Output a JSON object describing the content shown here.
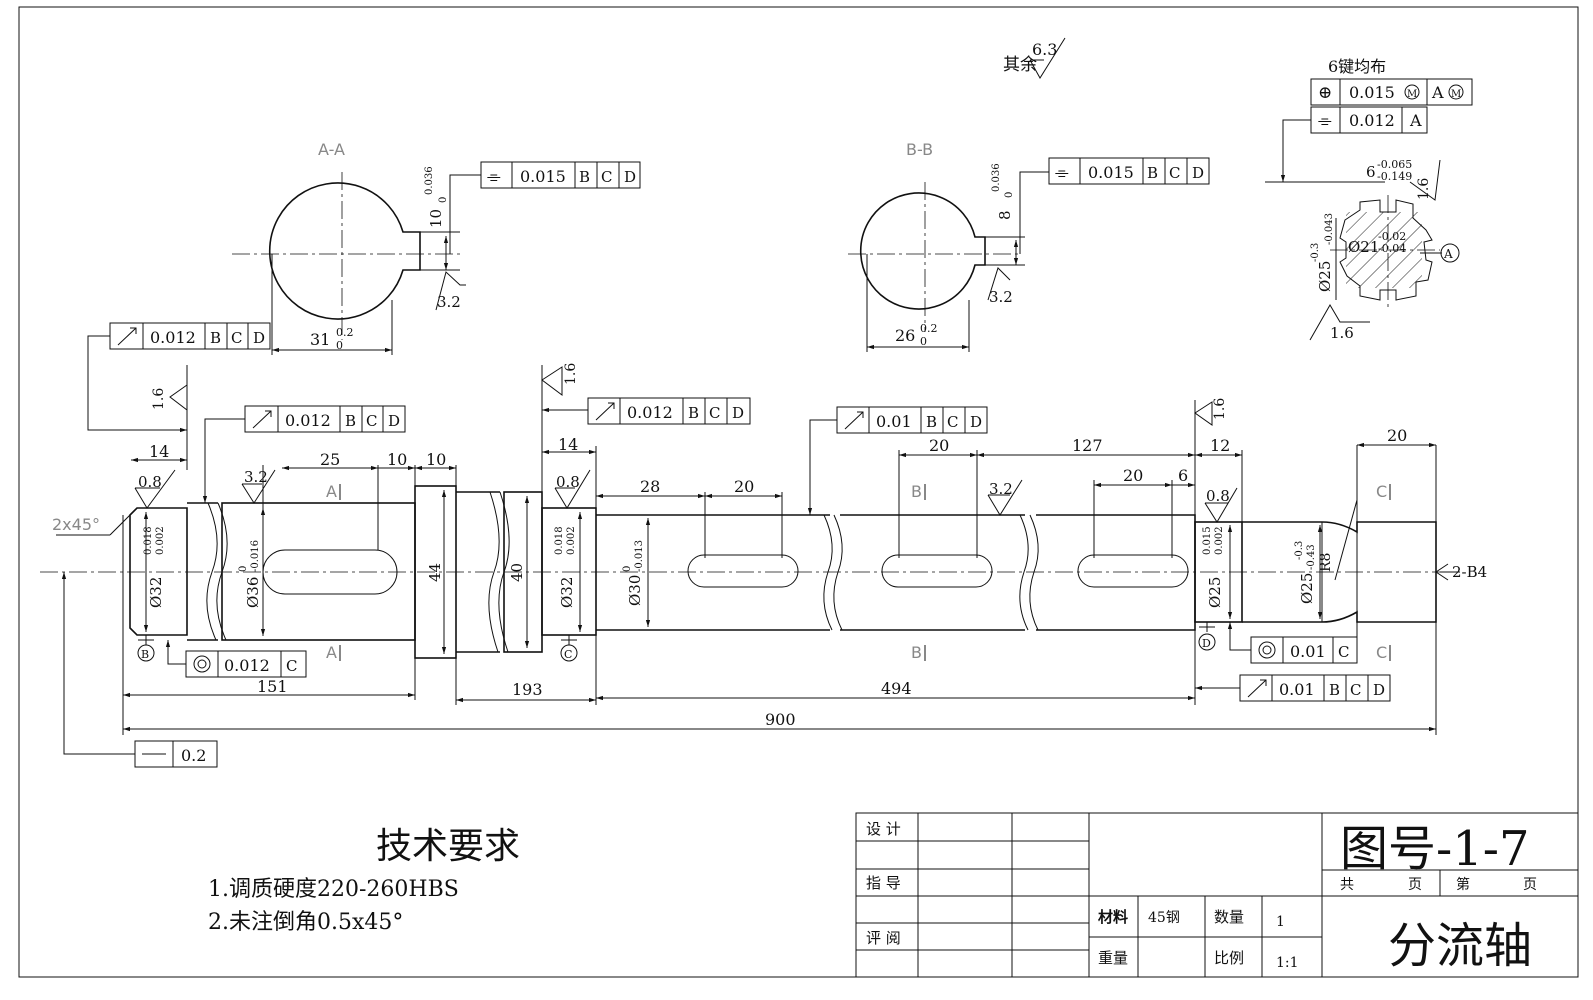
{
  "surface_finish": {
    "other": "其余",
    "other_ra": "6.3",
    "ra_32": "3.2",
    "ra_16": "1.6",
    "ra_08": "0.8"
  },
  "spline": {
    "title": "6键均布",
    "position_tol": "0.015",
    "position_datum": "A",
    "sym_tol": "0.012",
    "sym_datum": "A",
    "width": "6",
    "width_up": "-0.065",
    "width_low": "-0.149",
    "od": "Ø25",
    "od_up": "-0.3",
    "od_low": "-0.043",
    "id": "Ø21",
    "id_up": "-0.02",
    "id_low": "-0.04",
    "datum": "A"
  },
  "section_aa": {
    "label": "A-A",
    "tol": "0.015",
    "datums": [
      "B",
      "C",
      "D"
    ],
    "depth": "10",
    "depth_up": "0.036",
    "depth_low": "0",
    "width": "31",
    "width_up": "0.2",
    "width_low": "0"
  },
  "section_bb": {
    "label": "B-B",
    "tol": "0.015",
    "datums": [
      "B",
      "C",
      "D"
    ],
    "depth": "8",
    "depth_up": "0.036",
    "depth_low": "0",
    "width": "26",
    "width_up": "0.2",
    "width_low": "0"
  },
  "fcf": {
    "runout1": {
      "tol": "0.012",
      "datums": [
        "B",
        "C",
        "D"
      ]
    },
    "runout2": {
      "tol": "0.012",
      "datums": [
        "B",
        "C",
        "D"
      ]
    },
    "runout3": {
      "tol": "0.012",
      "datums": [
        "B",
        "C",
        "D"
      ]
    },
    "runout4": {
      "tol": "0.01",
      "datums": [
        "B",
        "C",
        "D"
      ]
    },
    "runout5": {
      "tol": "0.01",
      "datums": [
        "B",
        "C",
        "D"
      ]
    },
    "conc1": {
      "tol": "0.012",
      "datum": "C"
    },
    "conc2": {
      "tol": "0.01",
      "datum": "C"
    },
    "straight": {
      "tol": "0.2"
    }
  },
  "dims": {
    "d14a": "14",
    "d25": "25",
    "d10a": "10",
    "d10b": "10",
    "d14b": "14",
    "d28": "28",
    "d20a": "20",
    "d20b": "20",
    "d127": "127",
    "d20c": "20",
    "d6": "6",
    "d12": "12",
    "d20d": "20",
    "d151": "151",
    "d193": "193",
    "d494": "494",
    "d900": "900",
    "chamfer": "2x45°",
    "center_hole": "2-B4",
    "dia32a": "Ø32",
    "dia32a_up": "0.018",
    "dia32a_low": "0.002",
    "dia36": "Ø36",
    "dia36_up": "0",
    "dia36_low": "-0.016",
    "dia44": "44",
    "dia40": "40",
    "dia32b": "Ø32",
    "dia32b_up": "0.018",
    "dia32b_low": "0.002",
    "dia30": "Ø30",
    "dia30_up": "0",
    "dia30_low": "-0.013",
    "dia25": "Ø25",
    "dia25_up": "0.015",
    "dia25_low": "0.002",
    "dia25b": "Ø25",
    "dia25b_up": "-0.3",
    "dia25b_low": "-0.43",
    "r8": "R8"
  },
  "datums": {
    "b": "B",
    "c": "C",
    "d": "D"
  },
  "section_marks": {
    "a": "A",
    "b": "B",
    "c": "C"
  },
  "tech": {
    "title": "技术要求",
    "line1": "1.调质硬度220-260HBS",
    "line2": "2.未注倒角0.5x45°"
  },
  "title_block": {
    "design": "设 计",
    "guide": "指 导",
    "review": "评 阅",
    "material_label": "材料",
    "material": "45钢",
    "qty_label": "数量",
    "qty": "1",
    "weight_label": "重量",
    "scale_label": "比例",
    "scale": "1:1",
    "drawing_no": "图号-1-7",
    "total": "共",
    "page": "页",
    "nth": "第",
    "page2": "页",
    "part_name": "分流轴"
  }
}
